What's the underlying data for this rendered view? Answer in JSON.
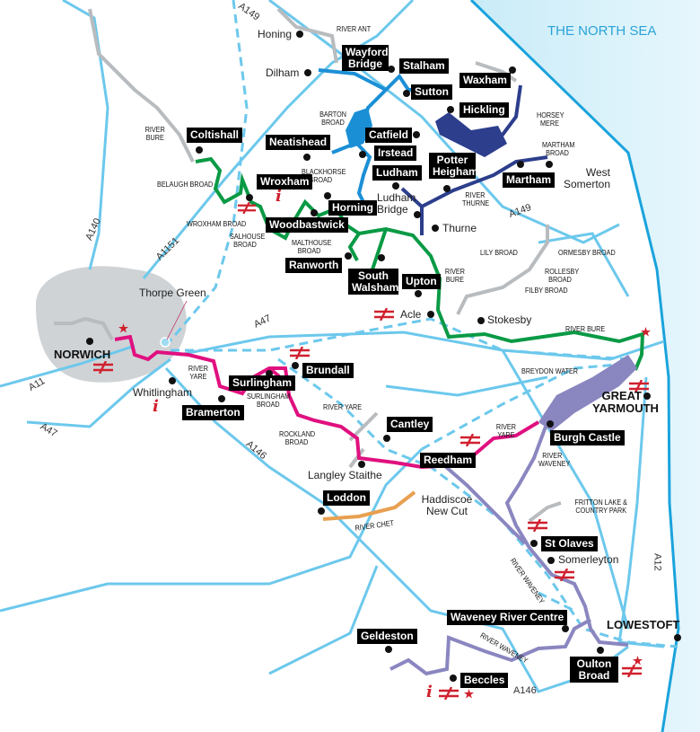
{
  "sea": "THE NORTH SEA",
  "colors": {
    "bure": "#0a9a45",
    "ant": "#1b8fd6",
    "thurne": "#2c3e8c",
    "yare": "#e0107f",
    "waveney": "#8a86c0",
    "chet": "#e8a050",
    "road": "#6cc8ec",
    "rail": "#6cc8ec",
    "urban": "#cfd3d6",
    "station": "#d0202e"
  },
  "boxed": [
    "Wayford Bridge",
    "Stalham",
    "Sutton",
    "Waxham",
    "Hickling",
    "Coltishall",
    "Neatishead",
    "Catfield",
    "Irstead",
    "Ludham",
    "Potter Heigham",
    "Martham",
    "Wroxham",
    "Horning",
    "Woodbastwick",
    "Ranworth",
    "South Walsham",
    "Upton",
    "Brundall",
    "Surlingham",
    "Bramerton",
    "Cantley",
    "Reedham",
    "Burgh Castle",
    "Loddon",
    "St Olaves",
    "Waveney River Centre",
    "Geldeston",
    "Beccles",
    "Oulton Broad"
  ],
  "towns": [
    "NORWICH",
    "GREAT YARMOUTH",
    "LOWESTOFT"
  ],
  "plain": [
    "Honing",
    "Dilham",
    "Ludham Bridge",
    "Thurne",
    "West Somerton",
    "Acle",
    "Stokesby",
    "Thorpe Green",
    "Whitlingham",
    "Langley Staithe",
    "Haddiscoe New Cut",
    "Somerleyton"
  ],
  "water": [
    "RIVER ANT",
    "BARTON BROAD",
    "RIVER BURE",
    "BELAUGH BROAD",
    "BLACKHORSE BROAD",
    "WROXHAM BROAD",
    "SALHOUSE BROAD",
    "MALTHOUSE BROAD",
    "HORSEY MERE",
    "MARTHAM BROAD",
    "RIVER THURNE",
    "LILY BROAD",
    "ORMESBY BROAD",
    "ROLLESBY BROAD",
    "FILBY BROAD",
    "RIVER BURE",
    "RIVER BURE",
    "BREYDON WATER",
    "RIVER YARE",
    "SURLINGHAM BROAD",
    "RIVER YARE",
    "ROCKLAND BROAD",
    "RIVER YARE",
    "RIVER WAVENEY",
    "RIVER CHET",
    "FRITTON LAKE & COUNTRY PARK",
    "RIVER WAVENEY",
    "RIVER WAVENEY"
  ],
  "roads": [
    "A149",
    "A149",
    "A140",
    "A1151",
    "A47",
    "A47",
    "A11",
    "A146",
    "A146",
    "A12"
  ],
  "icons": {
    "station": "railway-station-icon",
    "info": "tourist-information-icon",
    "star": "attraction-star-icon",
    "place": "place-dot-icon"
  }
}
